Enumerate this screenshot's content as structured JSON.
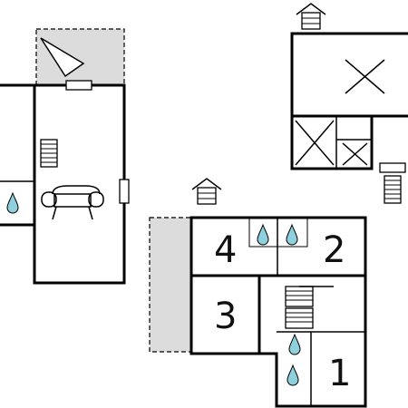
{
  "floorplan": {
    "rooms": [
      {
        "id": "room-4",
        "number": "4"
      },
      {
        "id": "room-2",
        "number": "2"
      },
      {
        "id": "room-3",
        "number": "3"
      },
      {
        "id": "room-1",
        "number": "1"
      }
    ],
    "icons": [
      "entrance-icon",
      "bathroom-drop-icon",
      "stairs-icon",
      "sofa-icon",
      "window-icon",
      "fireplace-icon",
      "terrace"
    ]
  }
}
